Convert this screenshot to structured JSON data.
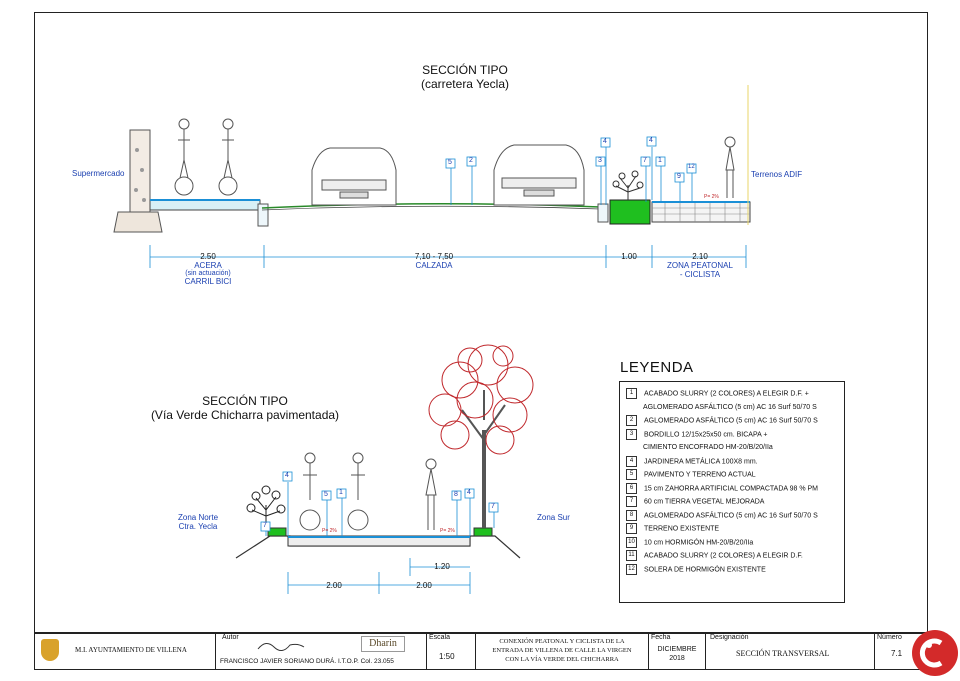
{
  "top_section": {
    "title": "SECCIÓN TIPO",
    "subtitle": "(carretera Yecla)",
    "left_label": "Supermercado",
    "right_label": "Terrenos ADIF",
    "dims": [
      {
        "value": "2.50",
        "desc1": "ACERA",
        "desc2": "(sin actuación)",
        "desc3": "CARRIL BICI"
      },
      {
        "value": "7,10 - 7,50",
        "desc1": "CALZADA",
        "desc2": "",
        "desc3": ""
      },
      {
        "value": "1.00",
        "desc1": "",
        "desc2": "",
        "desc3": ""
      },
      {
        "value": "2.10",
        "desc1": "ZONA PEATONAL",
        "desc2": "- CICLISTA",
        "desc3": ""
      }
    ],
    "tags": [
      "5",
      "2",
      "3",
      "4",
      "4",
      "7",
      "1",
      "12",
      "9"
    ],
    "slope": "P= 2%"
  },
  "bottom_section": {
    "title": "SECCIÓN TIPO",
    "subtitle": "(Vía Verde Chicharra pavimentada)",
    "left_label_1": "Zona Norte",
    "left_label_2": "Ctra. Yecla",
    "right_label": "Zona Sur",
    "dims": [
      "1.20",
      "2.00",
      "2.00"
    ],
    "tags": [
      "4",
      "5",
      "1",
      "7",
      "8",
      "4",
      "7"
    ],
    "slope_left": "P= 2%",
    "slope_right": "P= 2%"
  },
  "legend": {
    "title": "LEYENDA",
    "items": [
      {
        "n": "1",
        "text": "ACABADO SLURRY (2 COLORES) A ELEGIR D.F. +",
        "cont": "AGLOMERADO ASFÁLTICO (5 cm) AC 16 Surf 50/70 S"
      },
      {
        "n": "2",
        "text": "AGLOMERADO ASFÁLTICO (5 cm) AC 16 Surf 50/70 S",
        "cont": ""
      },
      {
        "n": "3",
        "text": "BORDILLO 12/15x25x50 cm. BICAPA +",
        "cont": "CIMIENTO ENCOFRADO HM-20/B/20/IIa"
      },
      {
        "n": "4",
        "text": "JARDINERA METÁLICA 100X8 mm.",
        "cont": ""
      },
      {
        "n": "5",
        "text": "PAVIMENTO Y TERRENO ACTUAL",
        "cont": ""
      },
      {
        "n": "6",
        "text": "15 cm ZAHORRA ARTIFICIAL COMPACTADA 98 % PM",
        "cont": ""
      },
      {
        "n": "7",
        "text": "60 cm TIERRA VEGETAL MEJORADA",
        "cont": ""
      },
      {
        "n": "8",
        "text": "AGLOMERADO ASFÁLTICO (5 cm) AC 16 Surf 50/70 S",
        "cont": ""
      },
      {
        "n": "9",
        "text": "TERRENO EXISTENTE",
        "cont": ""
      },
      {
        "n": "10",
        "text": "10 cm HORMIGÓN HM-20/B/20/IIa",
        "cont": ""
      },
      {
        "n": "11",
        "text": "ACABADO SLURRY (2 COLORES) A ELEGIR D.F.",
        "cont": ""
      },
      {
        "n": "12",
        "text": "SOLERA DE HORMIGÓN EXISTENTE",
        "cont": ""
      }
    ]
  },
  "titleblock": {
    "org": "M.I. AYUNTAMIENTO DE VILLENA",
    "author_label": "Autor",
    "author": "FRANCISCO JAVIER SORIANO DURÁ. I.T.O.P. Col. 23.055",
    "logo_text": "Dharin",
    "scale_label": "Escala",
    "scale": "1:50",
    "project_1": "CONEXIÓN PEATONAL Y CICLISTA DE LA",
    "project_2": "ENTRADA DE VILLENA DE CALLE LA VIRGEN",
    "project_3": "CON LA VÍA VERDE DEL CHICHARRA",
    "date_label": "Fecha",
    "date_1": "DICIEMBRE",
    "date_2": "2018",
    "designation_label": "Designación",
    "designation": "SECCIÓN TRANSVERSAL",
    "number_label": "Número",
    "number": "7.1"
  },
  "colors": {
    "dimension_blue": "#1a8fd6",
    "green_fill": "#1fbf1f",
    "tree_red": "#c0282c",
    "road_line": "#2a8a2a",
    "brand_red": "#d32a2a"
  }
}
